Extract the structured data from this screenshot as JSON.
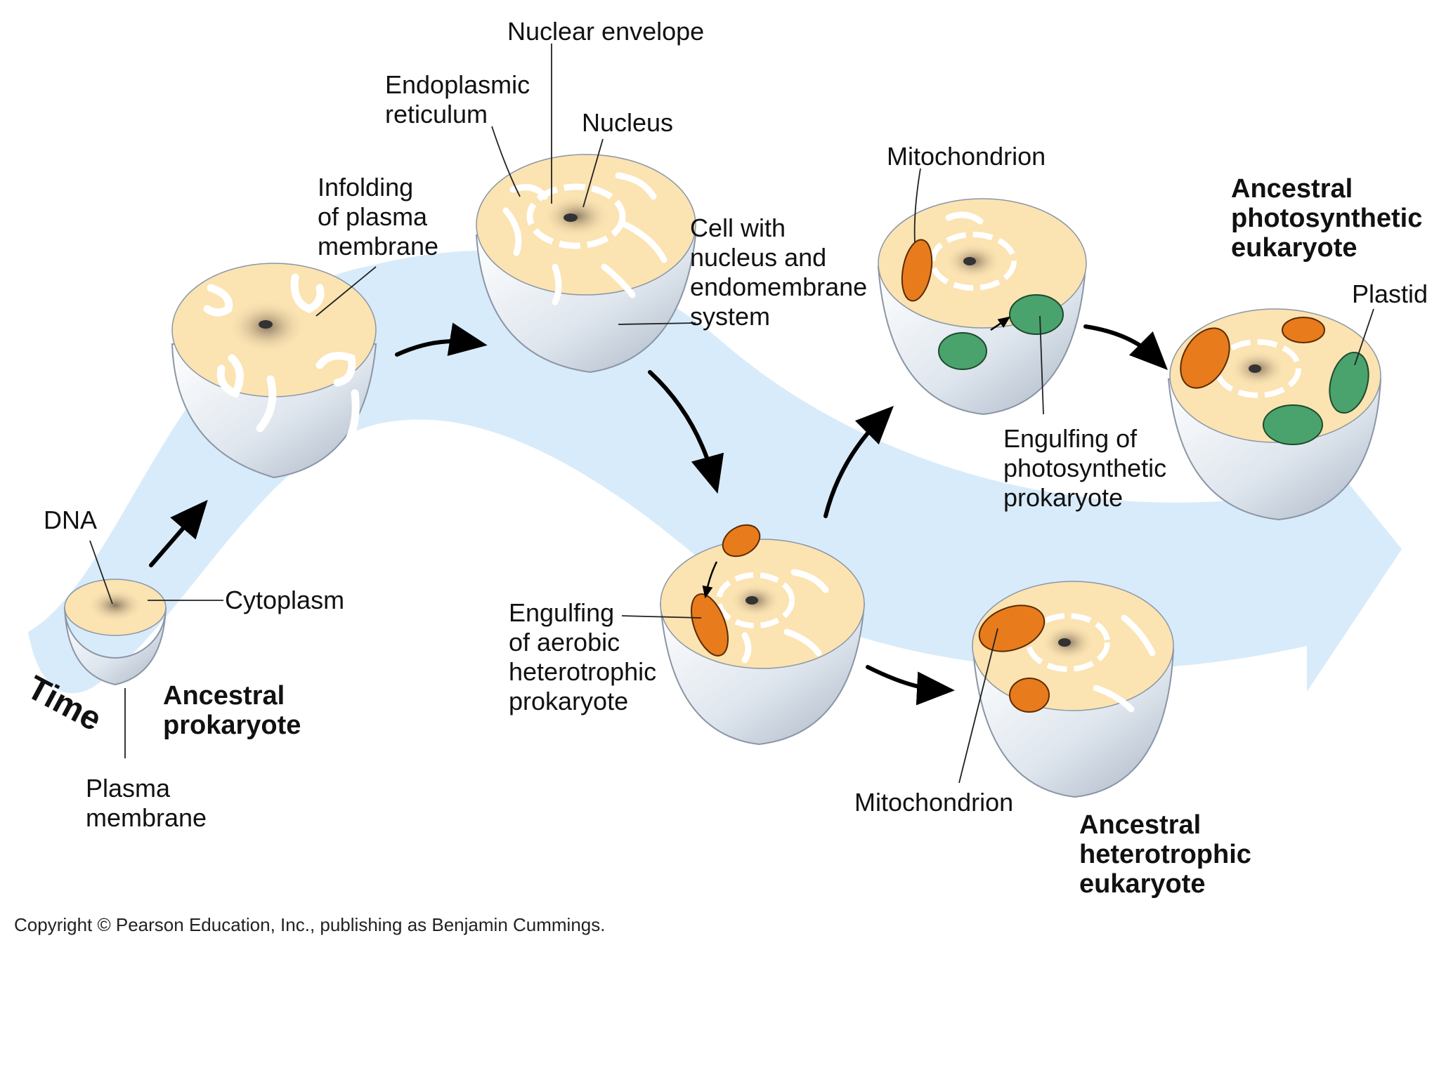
{
  "colors": {
    "band": "#d8ebfa",
    "cytoplasm": "#fbe3b2",
    "cell_body": "#e9eef4",
    "cell_edge": "#8a96a6",
    "mitochondrion": "#e87b1c",
    "plastid": "#4aa36d",
    "arrow": "#000000"
  },
  "labels": {
    "nuclear_envelope": "Nuclear envelope",
    "endoplasmic_reticulum": "Endoplasmic\nreticulum",
    "nucleus": "Nucleus",
    "infolding": "Infolding\nof plasma\nmembrane",
    "cell_with_nucleus": "Cell with\nnucleus and\nendomembrane\nsystem",
    "mitochondrion_top": "Mitochondrion",
    "ancestral_photosynthetic": "Ancestral\nphotosynthetic\neukaryote",
    "plastid": "Plastid",
    "engulfing_photosynthetic": "Engulfing of\nphotosynthetic\nprokaryote",
    "dna": "DNA",
    "cytoplasm": "Cytoplasm",
    "engulfing_aerobic": "Engulfing\nof aerobic\nheterotrophic\nprokaryote",
    "time": "Time",
    "ancestral_prokaryote": "Ancestral\nprokaryote",
    "plasma_membrane": "Plasma\nmembrane",
    "mitochondrion_bottom": "Mitochondrion",
    "ancestral_heterotrophic": "Ancestral\nheterotrophic\neukaryote",
    "copyright": "Copyright © Pearson Education, Inc., publishing as Benjamin Cummings."
  }
}
